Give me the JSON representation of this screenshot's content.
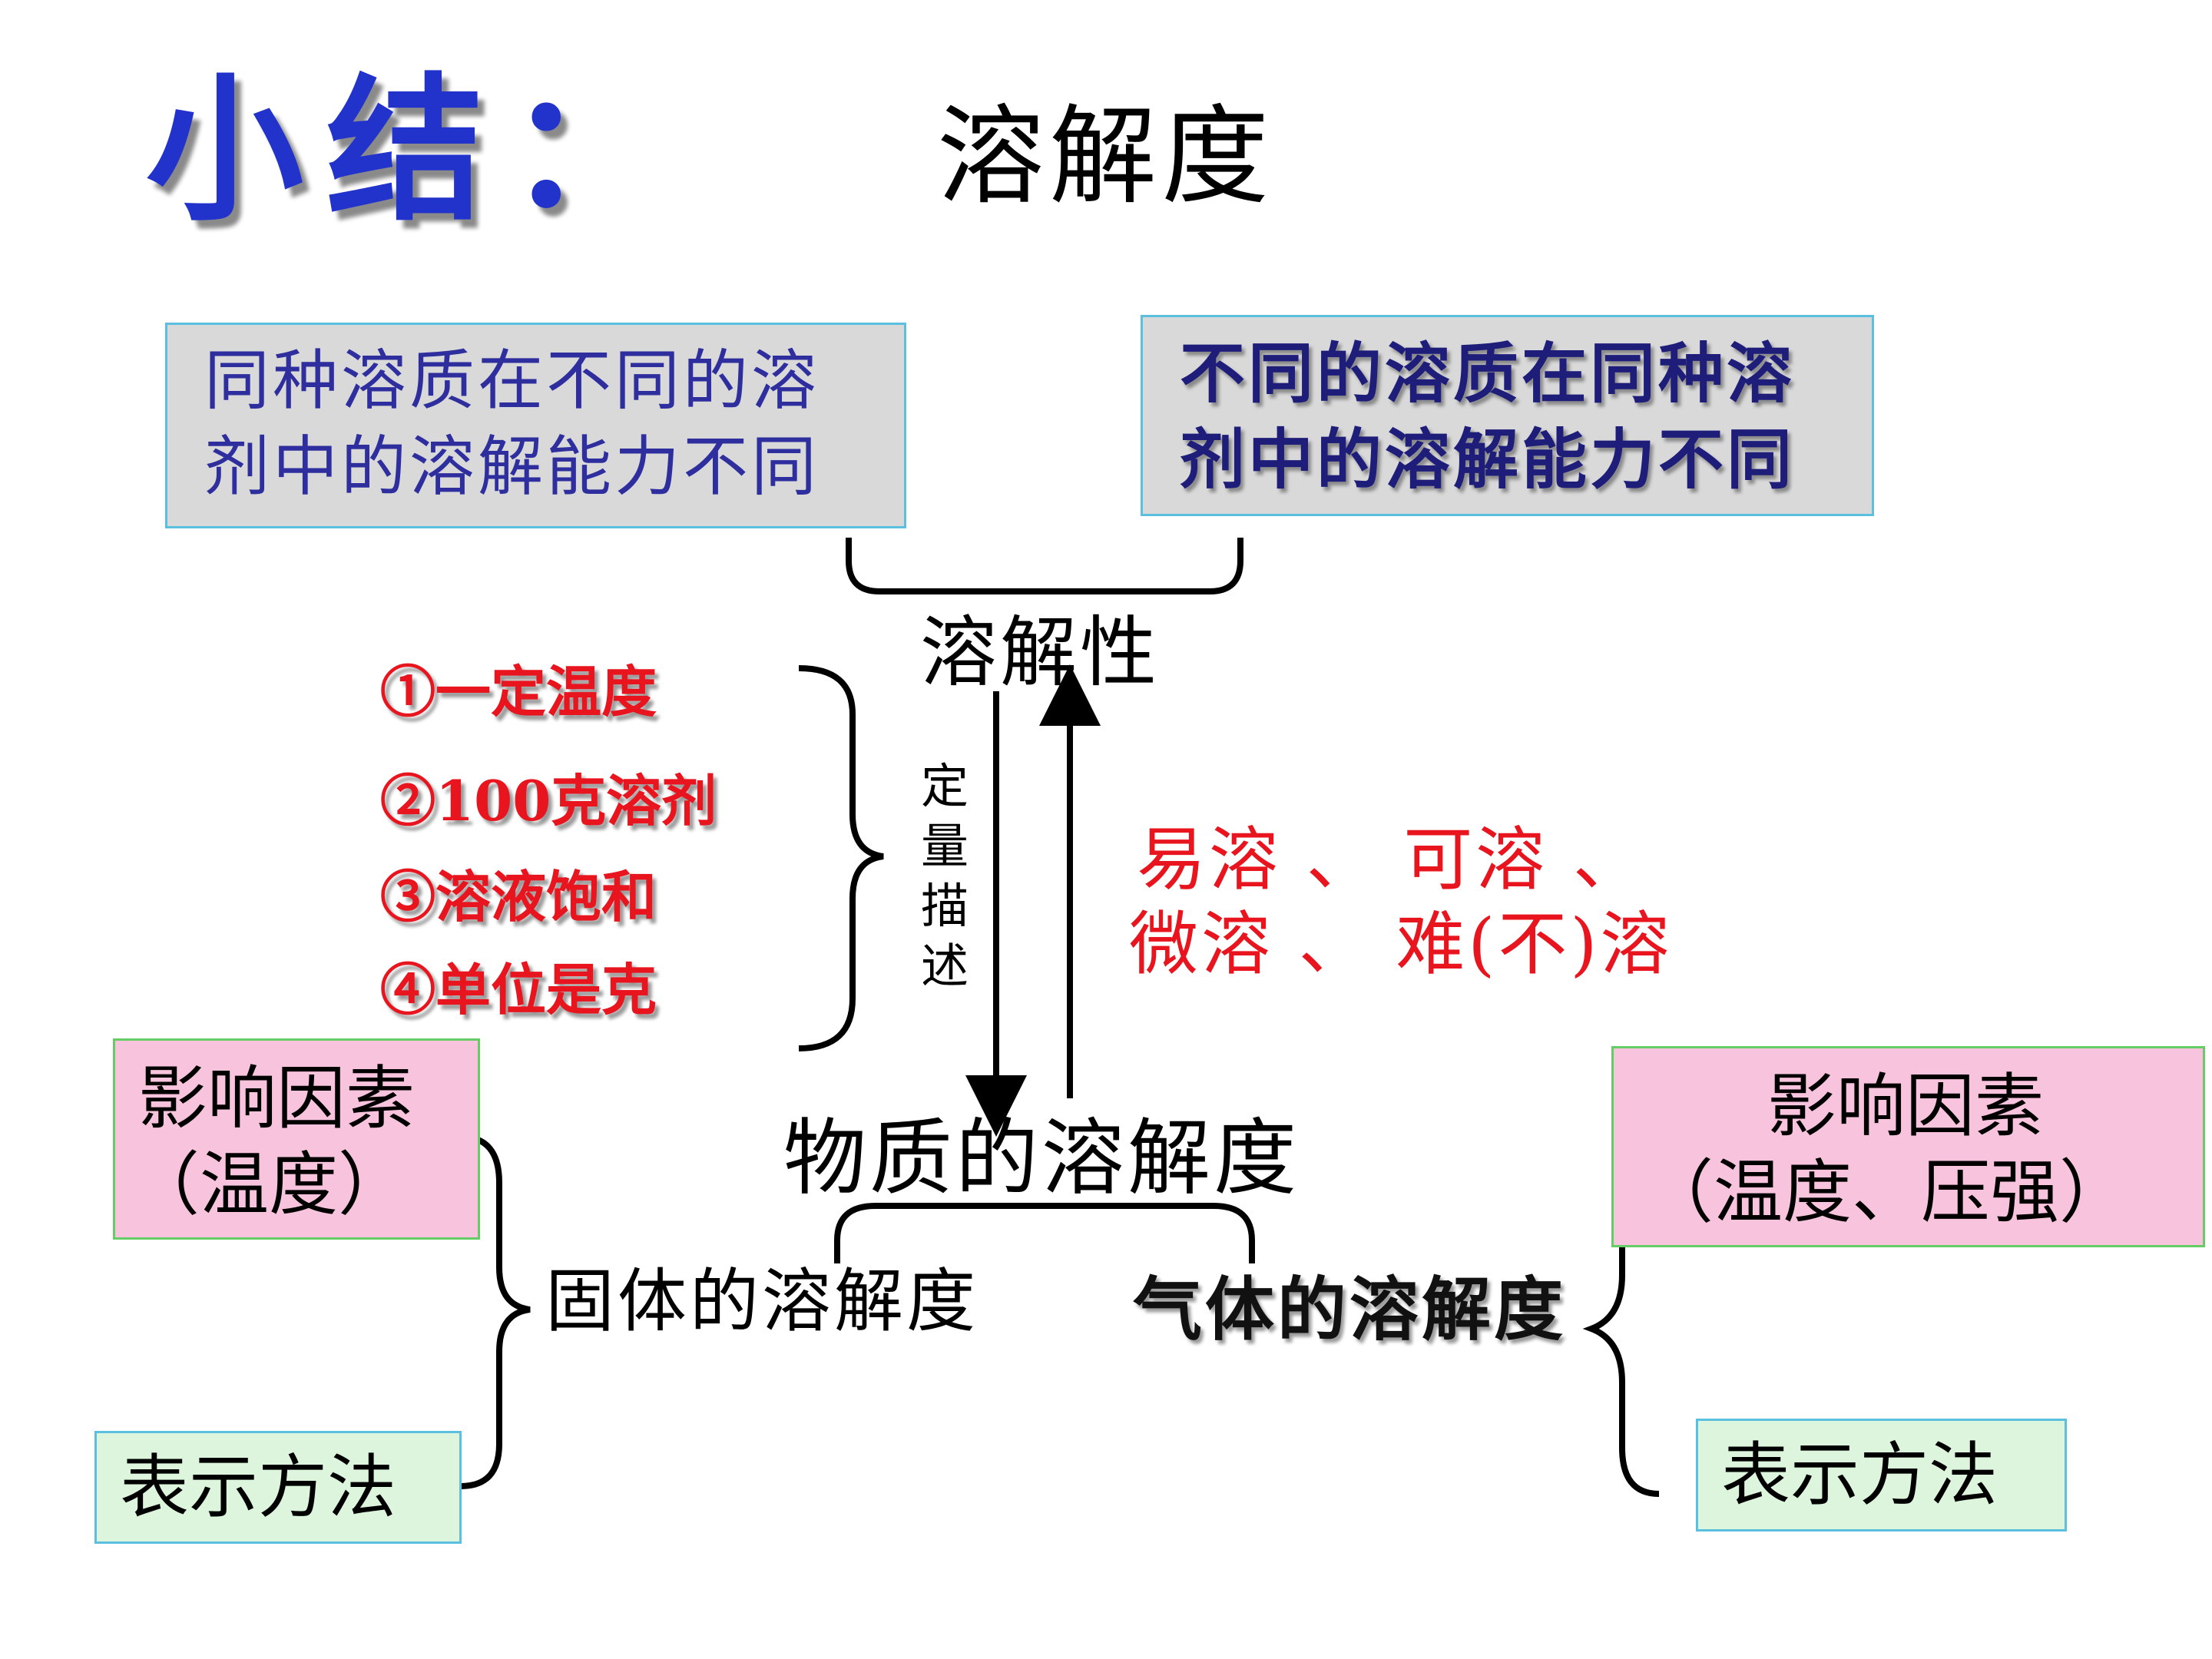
{
  "title": "小结：",
  "subtitle": "溶解度",
  "top_left_box": "同种溶质在不同的溶剂中的溶解能力不同",
  "top_right_box": "不同的溶质在同种溶剂中的溶解能力不同",
  "solubility": "溶解性",
  "conditions": [
    "①一定温度",
    "②100克溶剂",
    "③溶液饱和",
    "④单位是克"
  ],
  "quantitative_label": "定量描述",
  "solubility_levels": [
    "易溶 、 可溶 、",
    "微溶 、 难(不)溶"
  ],
  "substance_solubility": "物质的溶解度",
  "solid_solubility": "固体的溶解度",
  "gas_solubility": "气体的溶解度",
  "left_factors": [
    "影响因素",
    "（温度）"
  ],
  "right_factors": [
    "影响因素",
    "（温度、压强）"
  ],
  "left_method": "表示方法",
  "right_method": "表示方法",
  "colors": {
    "title": "#2233cc",
    "red": "#e8141e",
    "pink": "#f8c3dc",
    "green": "#dcf5dc",
    "grey": "#d9d9d9"
  }
}
